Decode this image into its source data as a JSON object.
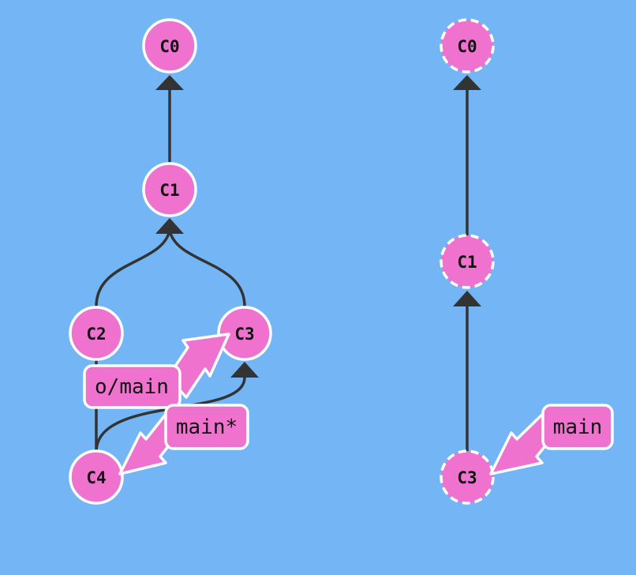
{
  "colors": {
    "background": "#74b6f5",
    "commit_fill": "#ef72cf",
    "commit_stroke": "#ffffff",
    "edge": "#333333",
    "ref_fill": "#ef72cf",
    "ref_stroke": "#ffffff"
  },
  "local_repo": {
    "commits": [
      {
        "id": "C0",
        "label": "C0"
      },
      {
        "id": "C1",
        "label": "C1"
      },
      {
        "id": "C2",
        "label": "C2"
      },
      {
        "id": "C3",
        "label": "C3"
      },
      {
        "id": "C4",
        "label": "C4"
      }
    ],
    "parents": [
      {
        "child": "C1",
        "parent": "C0"
      },
      {
        "child": "C2",
        "parent": "C1"
      },
      {
        "child": "C3",
        "parent": "C1"
      },
      {
        "child": "C4",
        "parent": "C2"
      },
      {
        "child": "C4",
        "parent": "C3"
      }
    ],
    "branches": [
      {
        "name": "o/main",
        "target": "C3"
      },
      {
        "name": "main*",
        "target": "C4"
      }
    ]
  },
  "remote_repo": {
    "commits": [
      {
        "id": "C0",
        "label": "C0"
      },
      {
        "id": "C1",
        "label": "C1"
      },
      {
        "id": "C3",
        "label": "C3"
      }
    ],
    "parents": [
      {
        "child": "C1",
        "parent": "C0"
      },
      {
        "child": "C3",
        "parent": "C1"
      }
    ],
    "branches": [
      {
        "name": "main",
        "target": "C3"
      }
    ]
  }
}
